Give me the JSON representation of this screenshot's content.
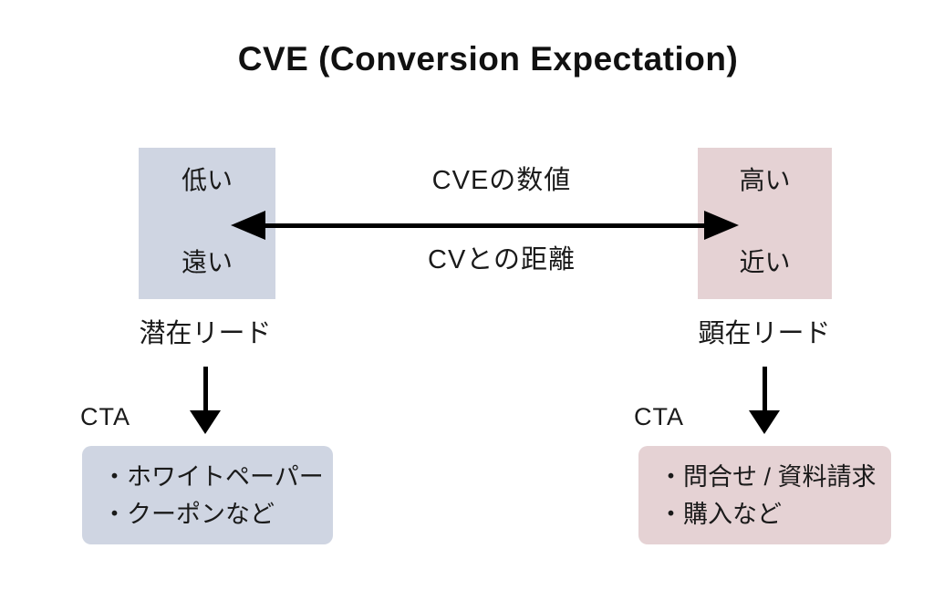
{
  "title": "CVE (Conversion Expectation)",
  "colors": {
    "left_accent": "#cfd5e2",
    "right_accent": "#e5d2d4",
    "arrow": "#000000",
    "text": "#1a1a1a",
    "background": "#ffffff"
  },
  "spectrum": {
    "left_box": {
      "top_label": "低い",
      "bottom_label": "遠い"
    },
    "right_box": {
      "top_label": "高い",
      "bottom_label": "近い"
    },
    "axis_top_label": "CVEの数値",
    "axis_bottom_label": "CVとの距離"
  },
  "left_branch": {
    "lead_label": "潜在リード",
    "cta_label": "CTA",
    "cta_items": [
      "・ホワイトペーパー",
      "・クーポンなど"
    ]
  },
  "right_branch": {
    "lead_label": "顕在リード",
    "cta_label": "CTA",
    "cta_items": [
      "・問合せ / 資料請求",
      "・購入など"
    ]
  }
}
